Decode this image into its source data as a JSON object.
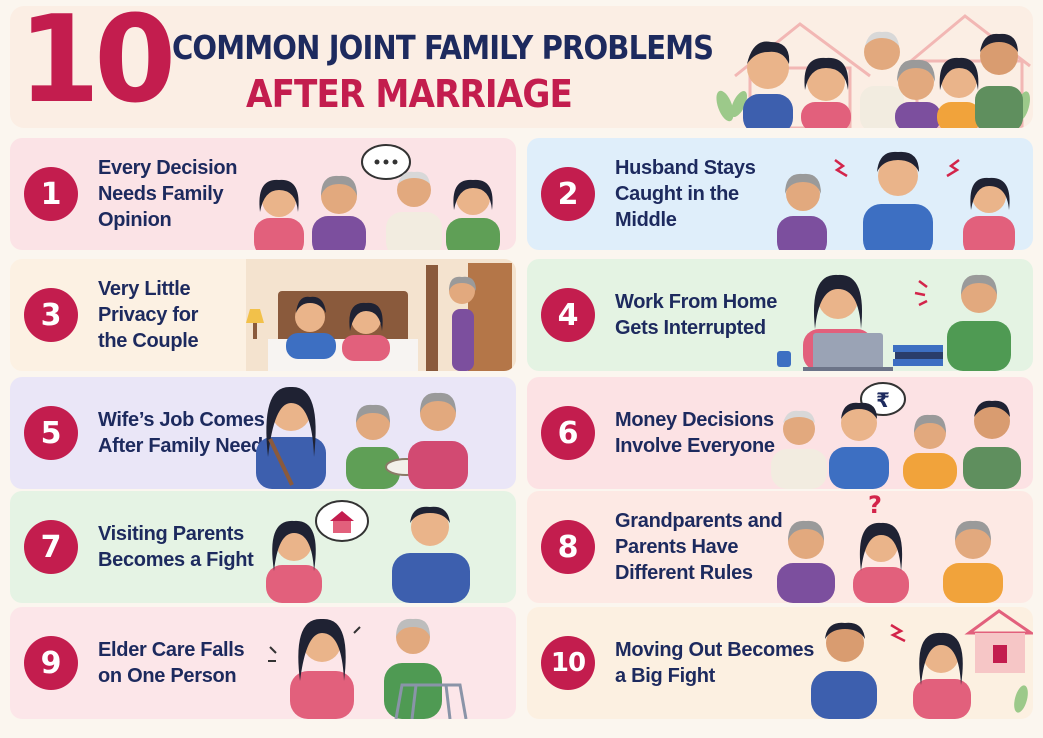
{
  "header": {
    "number": "10",
    "title_line1": "COMMON JOINT FAMILY PROBLEMS",
    "title_line2": "AFTER MARRIAGE"
  },
  "colors": {
    "accent": "#c31d4e",
    "navy": "#1d2a5e",
    "background": "#fbf6ef"
  },
  "cards": [
    {
      "number": "1",
      "lines": [
        "Every Decision",
        "Needs Family",
        "Opinion"
      ],
      "icon": "speech-bubble-ellipsis-icon"
    },
    {
      "number": "2",
      "lines": [
        "Husband Stays",
        "Caught in the",
        "Middle"
      ],
      "icon": "tension-spark-icon"
    },
    {
      "number": "3",
      "lines": [
        "Very Little",
        "Privacy for",
        "the Couple"
      ],
      "icon": "lamp-icon"
    },
    {
      "number": "4",
      "lines": [
        "Work From Home",
        "Gets Interrupted"
      ],
      "icon": "laptop-icon"
    },
    {
      "number": "5",
      "lines": [
        "Wife’s Job Comes",
        "After Family Needs"
      ],
      "icon": "food-bowl-icon"
    },
    {
      "number": "6",
      "lines": [
        "Money Decisions",
        "Involve Everyone"
      ],
      "icon": "rupee-bubble-icon",
      "symbol": "₹"
    },
    {
      "number": "7",
      "lines": [
        "Visiting Parents",
        "Becomes a Fight"
      ],
      "icon": "house-bubble-icon"
    },
    {
      "number": "8",
      "lines": [
        "Grandparents and",
        "Parents Have",
        "Different Rules"
      ],
      "icon": "question-mark-icon",
      "symbol": "?"
    },
    {
      "number": "9",
      "lines": [
        "Elder Care Falls",
        "on One Person"
      ],
      "icon": "walker-icon"
    },
    {
      "number": "10",
      "lines": [
        "Moving Out Becomes",
        "a Big Fight"
      ],
      "icon": "house-icon"
    }
  ]
}
